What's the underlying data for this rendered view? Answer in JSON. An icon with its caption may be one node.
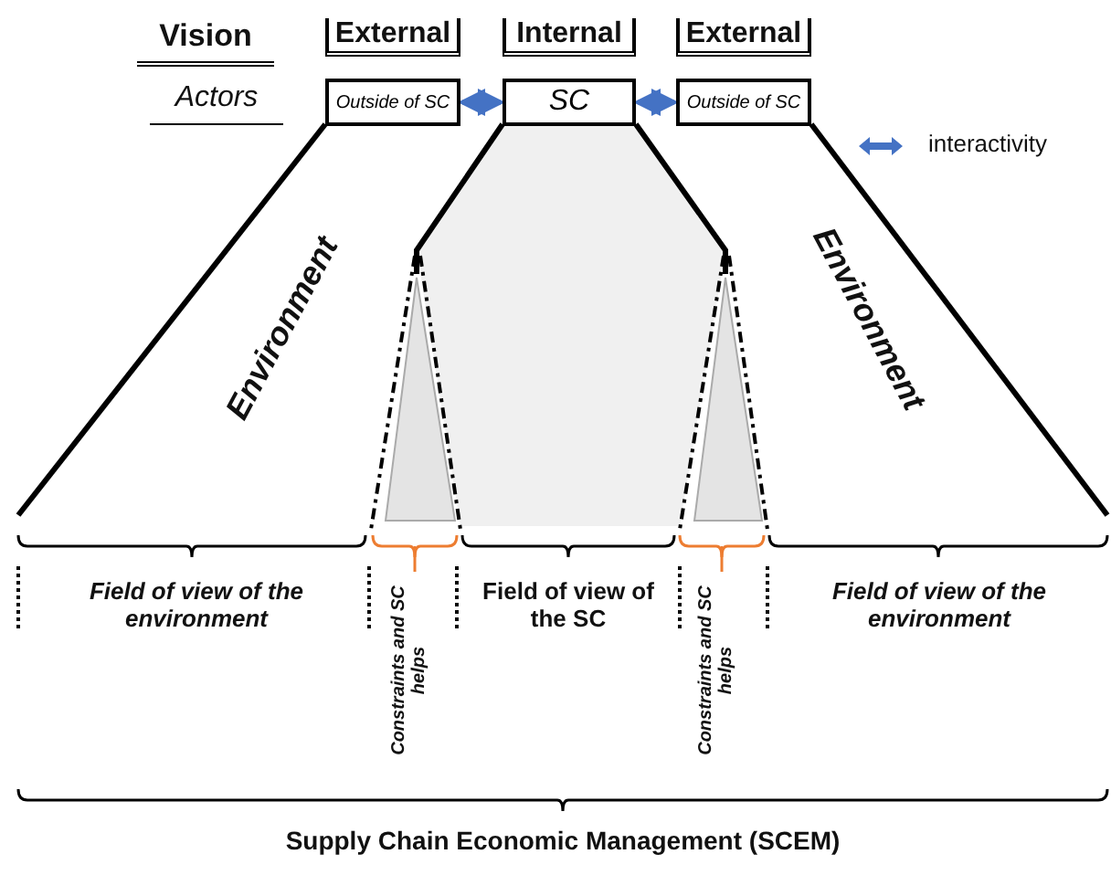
{
  "diagram": {
    "nodes": [
      {
        "text": [
          "Outside of SC"
        ]
      },
      {
        "text": [
          "SC"
        ]
      },
      {
        "text": [
          "Outside of SC"
        ]
      }
    ],
    "edges": [
      {
        "from": 0,
        "to": 1,
        "arrow": "both",
        "color": "#4472c4"
      },
      {
        "from": 1,
        "to": 2,
        "arrow": "both",
        "color": "#4472c4"
      }
    ],
    "labels": [
      "Vision",
      "External",
      "Internal",
      "External",
      "Actors",
      "Environment",
      "Environment",
      "Field of view of the environment",
      "Constraints and SC helps",
      "Field of view of the SC",
      "Constraints and SC helps",
      "Field of view of the environment",
      "Supply Chain Economic Management (SCEM)"
    ],
    "legend": [
      {
        "text": "interactivity"
      }
    ]
  }
}
